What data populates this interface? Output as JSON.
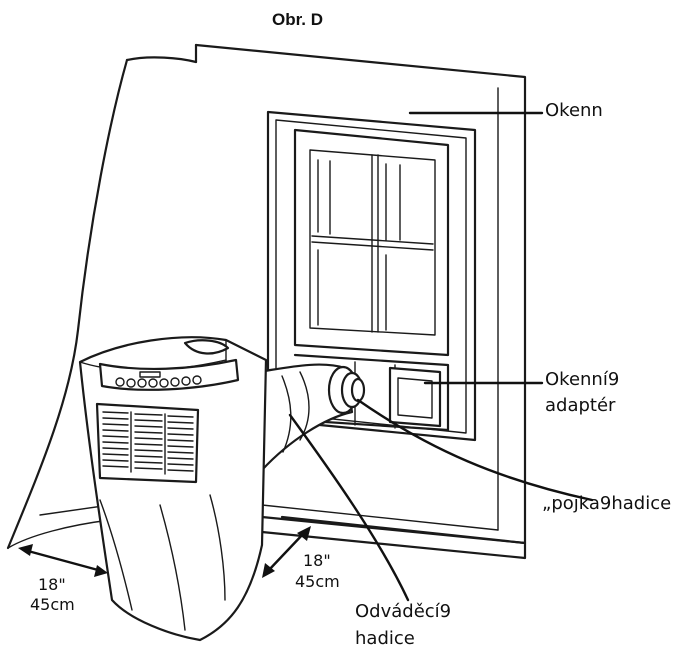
{
  "figure": {
    "title": "Obr. D",
    "labels": {
      "window": "Okenn",
      "window_adapter_line1": "Okenní9",
      "window_adapter_line2": "adaptér",
      "hose_connector": "„pojka9hadice",
      "exhaust_hose_line1": "Odváděcí9",
      "exhaust_hose_line2": "hadice"
    },
    "clearance_left": {
      "inches": "18\"",
      "cm": "45cm"
    },
    "clearance_right": {
      "inches": "18\"",
      "cm": "45cm"
    }
  }
}
